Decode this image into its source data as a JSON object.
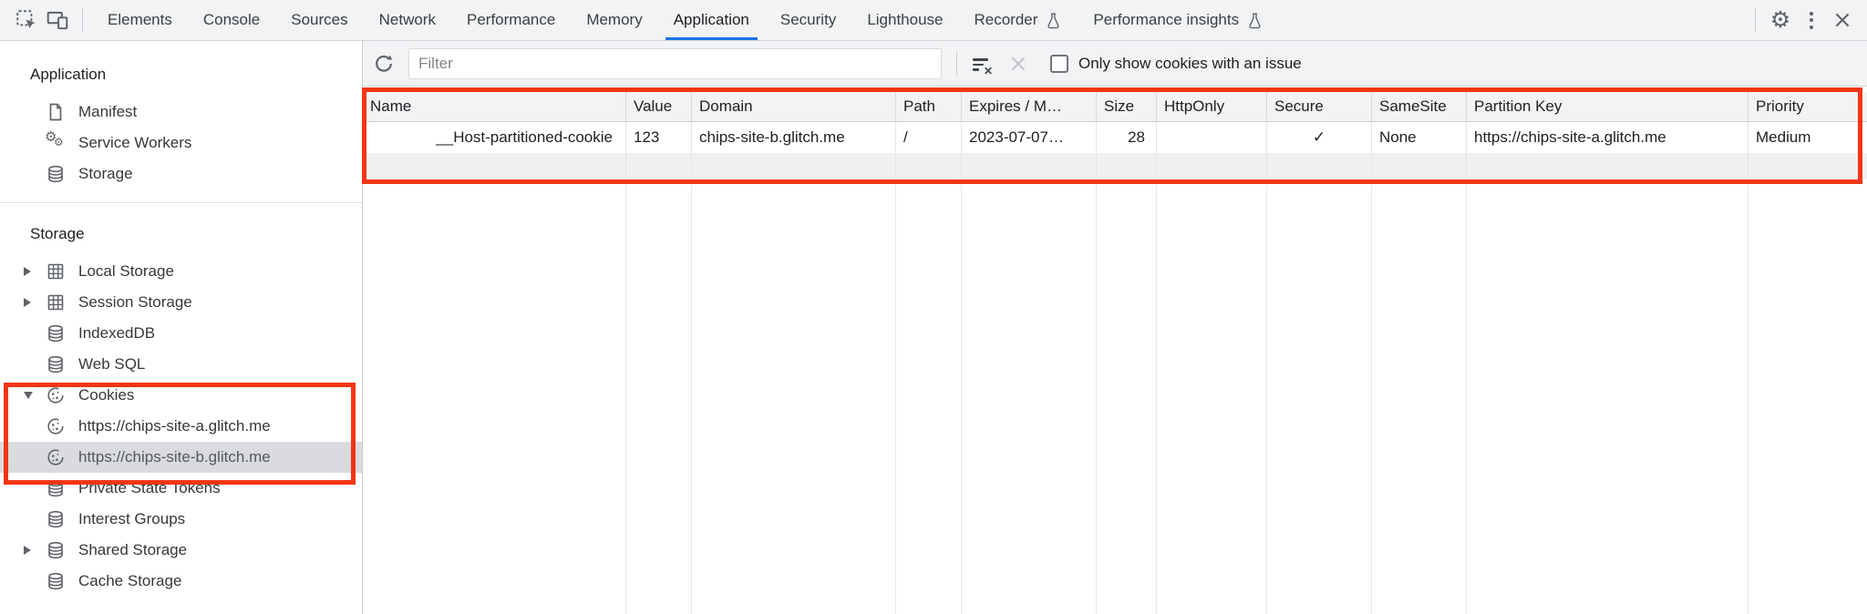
{
  "tabbar": {
    "tabs": [
      "Elements",
      "Console",
      "Sources",
      "Network",
      "Performance",
      "Memory",
      "Application",
      "Security",
      "Lighthouse",
      "Recorder",
      "Performance insights"
    ],
    "active_tab": "Application"
  },
  "toolbar": {
    "filter_placeholder": "Filter",
    "only_issue_label": "Only show cookies with an issue",
    "checkbox_checked": false
  },
  "sidebar": {
    "app_section": {
      "header": "Application",
      "items": [
        {
          "label": "Manifest",
          "icon": "document"
        },
        {
          "label": "Service Workers",
          "icon": "service-worker-gears"
        },
        {
          "label": "Storage",
          "icon": "database"
        }
      ]
    },
    "storage_section": {
      "header": "Storage",
      "items": [
        {
          "label": "Local Storage",
          "icon": "table-grid",
          "state": "collapsed"
        },
        {
          "label": "Session Storage",
          "icon": "table-grid",
          "state": "collapsed"
        },
        {
          "label": "IndexedDB",
          "icon": "database"
        },
        {
          "label": "Web SQL",
          "icon": "database"
        },
        {
          "label": "Cookies",
          "icon": "cookie",
          "state": "expanded"
        },
        {
          "label": "https://chips-site-a.glitch.me",
          "icon": "cookie",
          "child": true
        },
        {
          "label": "https://chips-site-b.glitch.me",
          "icon": "cookie",
          "child": true,
          "selected": true
        },
        {
          "label": "Private State Tokens",
          "icon": "database"
        },
        {
          "label": "Interest Groups",
          "icon": "database"
        },
        {
          "label": "Shared Storage",
          "icon": "database",
          "state": "collapsed"
        },
        {
          "label": "Cache Storage",
          "icon": "database"
        }
      ]
    }
  },
  "cookies_table": {
    "columns": [
      "Name",
      "Value",
      "Domain",
      "Path",
      "Expires / M…",
      "Size",
      "HttpOnly",
      "Secure",
      "SameSite",
      "Partition Key",
      "Priority"
    ],
    "rows": [
      {
        "name": "__Host-partitioned-cookie",
        "value": "123",
        "domain": "chips-site-b.glitch.me",
        "path": "/",
        "expires": "2023-07-07…",
        "size": "28",
        "http_only": "",
        "secure": "✓",
        "same_site": "None",
        "partition_key": "https://chips-site-a.glitch.me",
        "priority": "Medium"
      }
    ]
  },
  "annotations": {
    "highlight_color": "#f23616",
    "regions": [
      "cookies-tree-group",
      "cookies-table"
    ]
  },
  "colors": {
    "active_tab_underline": "#1a73e8",
    "panel_bg": "#f1f3f4",
    "selected_item_bg": "#d9dbde",
    "stripe_row_bg": "#eef0f2"
  }
}
